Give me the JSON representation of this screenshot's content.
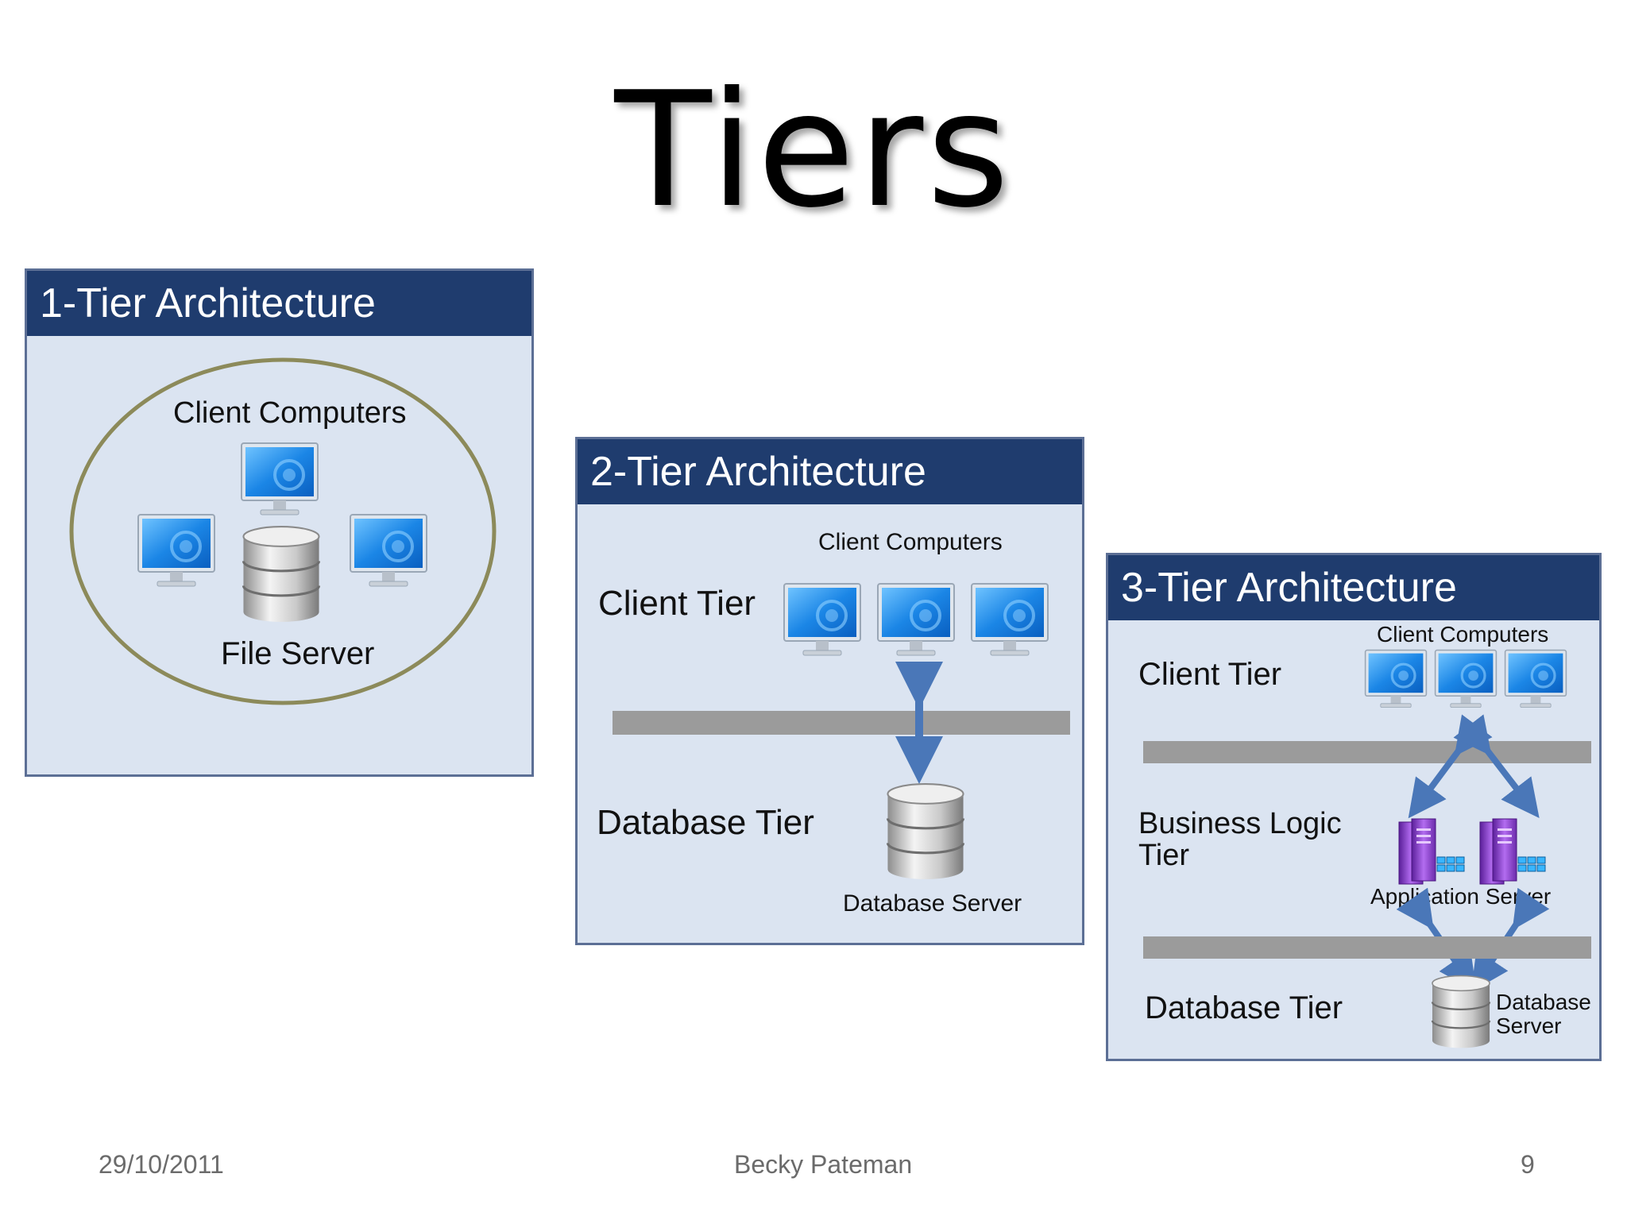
{
  "slide": {
    "title": "Tiers",
    "footer_date": "29/10/2011",
    "footer_author": "Becky Pateman",
    "footer_page": "9"
  },
  "panel1": {
    "header": "1-Tier Architecture",
    "clients_label": "Client Computers",
    "server_label": "File Server"
  },
  "panel2": {
    "header": "2-Tier Architecture",
    "clients_label": "Client Computers",
    "client_tier": "Client Tier",
    "database_tier": "Database Tier",
    "server_label": "Database Server"
  },
  "panel3": {
    "header": "3-Tier Architecture",
    "clients_label": "Client Computers",
    "client_tier": "Client Tier",
    "business_tier_line1": "Business Logic",
    "business_tier_line2": "Tier",
    "app_server_label": "Application Server",
    "database_tier": "Database Tier",
    "db_label_line1": "Database",
    "db_label_line2": "Server"
  },
  "colors": {
    "header_bg": "#1f3c6e",
    "panel_bg": "#dbe4f1",
    "tier_bar": "#9b9b9b",
    "arrow": "#4a77b8",
    "ellipse": "#8c8a5a",
    "app_server": "#8a3fc2"
  },
  "icons": [
    "monitor-icon",
    "database-icon",
    "app-server-icon",
    "double-arrow-icon"
  ]
}
